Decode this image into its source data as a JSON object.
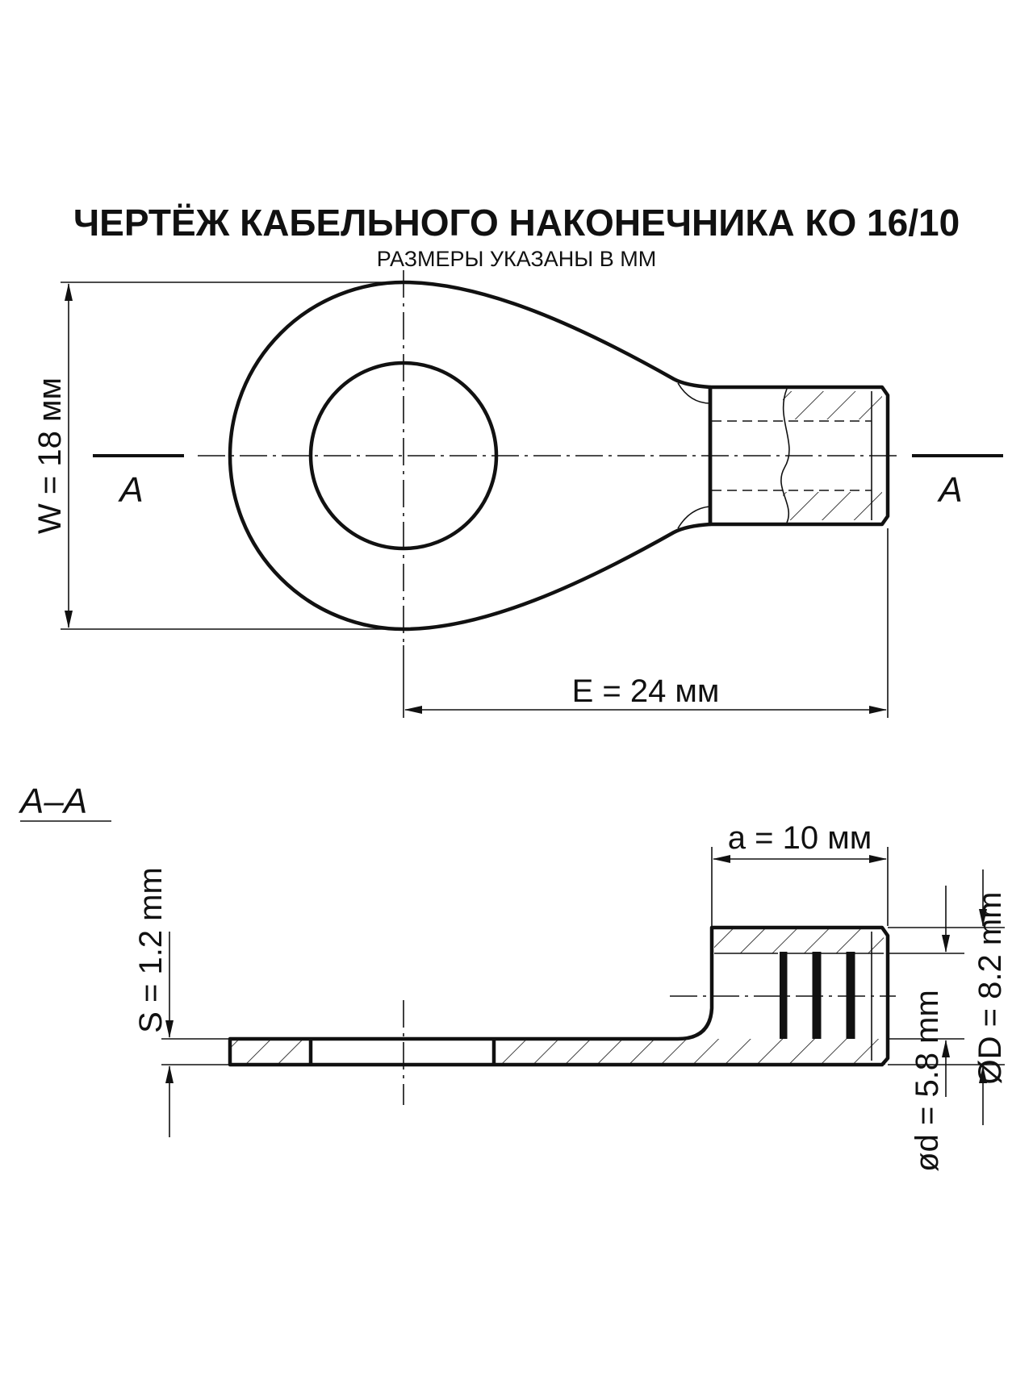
{
  "title": "ЧЕРТЁЖ КАБЕЛЬНОГО НАКОНЕЧНИКА КО 16/10",
  "subtitle": "РАЗМЕРЫ УКАЗАНЫ В ММ",
  "dimensions": {
    "width": "W = 18 мм",
    "length": "E = 24 мм",
    "sleeve_length": "a = 10 мм",
    "thickness": "S = 1.2 mm",
    "inner_diameter": "ød = 5.8 mm",
    "outer_diameter": "ØD = 8.2 mm"
  },
  "section": {
    "mark_left": "A",
    "mark_right": "A",
    "label": "A–A"
  }
}
